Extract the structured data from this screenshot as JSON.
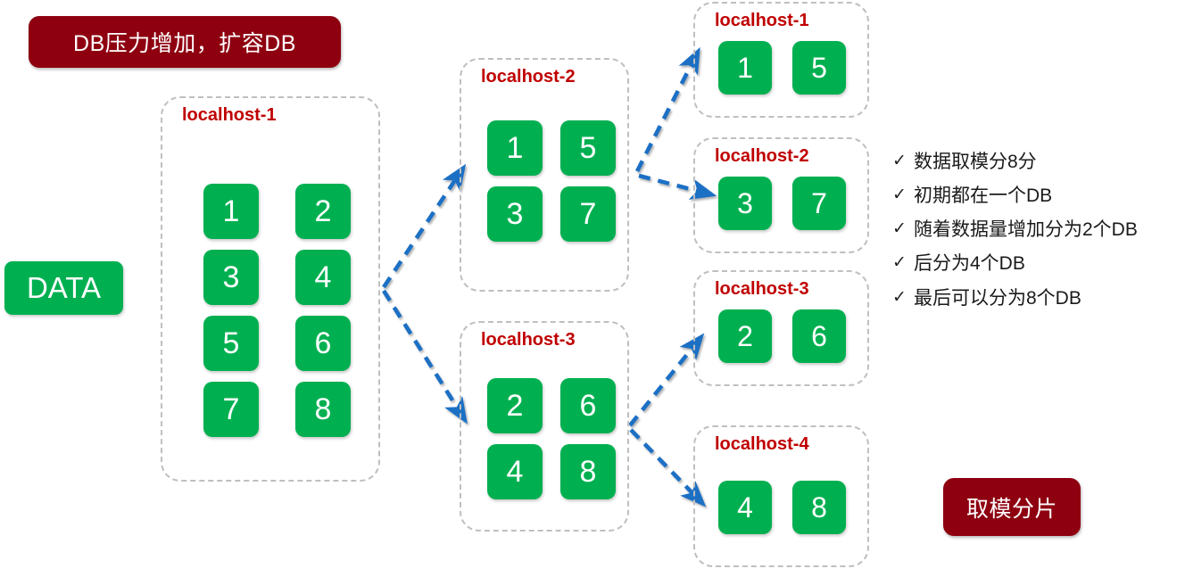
{
  "title_badge": {
    "label": "DB压力增加，扩容DB",
    "color": "#8E0010"
  },
  "bottom_badge": {
    "label": "取模分片",
    "color": "#8E0010"
  },
  "source": {
    "label": "DATA",
    "color": "#00B050"
  },
  "colors": {
    "tile_green": "#00B050",
    "badge_red": "#8E0010",
    "host_label_red": "#C00000",
    "container_dashed": "#BFBFBF",
    "arrow_blue": "#1F6FC4"
  },
  "stage1": {
    "hosts": [
      {
        "name": "localhost-1",
        "tiles": [
          "1",
          "2",
          "3",
          "4",
          "5",
          "6",
          "7",
          "8"
        ]
      }
    ]
  },
  "stage2": {
    "hosts": [
      {
        "name": "localhost-2",
        "tiles": [
          "1",
          "5",
          "3",
          "7"
        ]
      },
      {
        "name": "localhost-3",
        "tiles": [
          "2",
          "6",
          "4",
          "8"
        ]
      }
    ]
  },
  "stage3": {
    "hosts": [
      {
        "name": "localhost-1",
        "tiles": [
          "1",
          "5"
        ]
      },
      {
        "name": "localhost-2",
        "tiles": [
          "3",
          "7"
        ]
      },
      {
        "name": "localhost-3",
        "tiles": [
          "2",
          "6"
        ]
      },
      {
        "name": "localhost-4",
        "tiles": [
          "4",
          "8"
        ]
      }
    ]
  },
  "notes": {
    "check_glyph": "✓",
    "items": [
      "数据取模分8分",
      "初期都在一个DB",
      "随着数据量增加分为2个DB",
      "后分为4个DB",
      "最后可以分为8个DB"
    ]
  }
}
